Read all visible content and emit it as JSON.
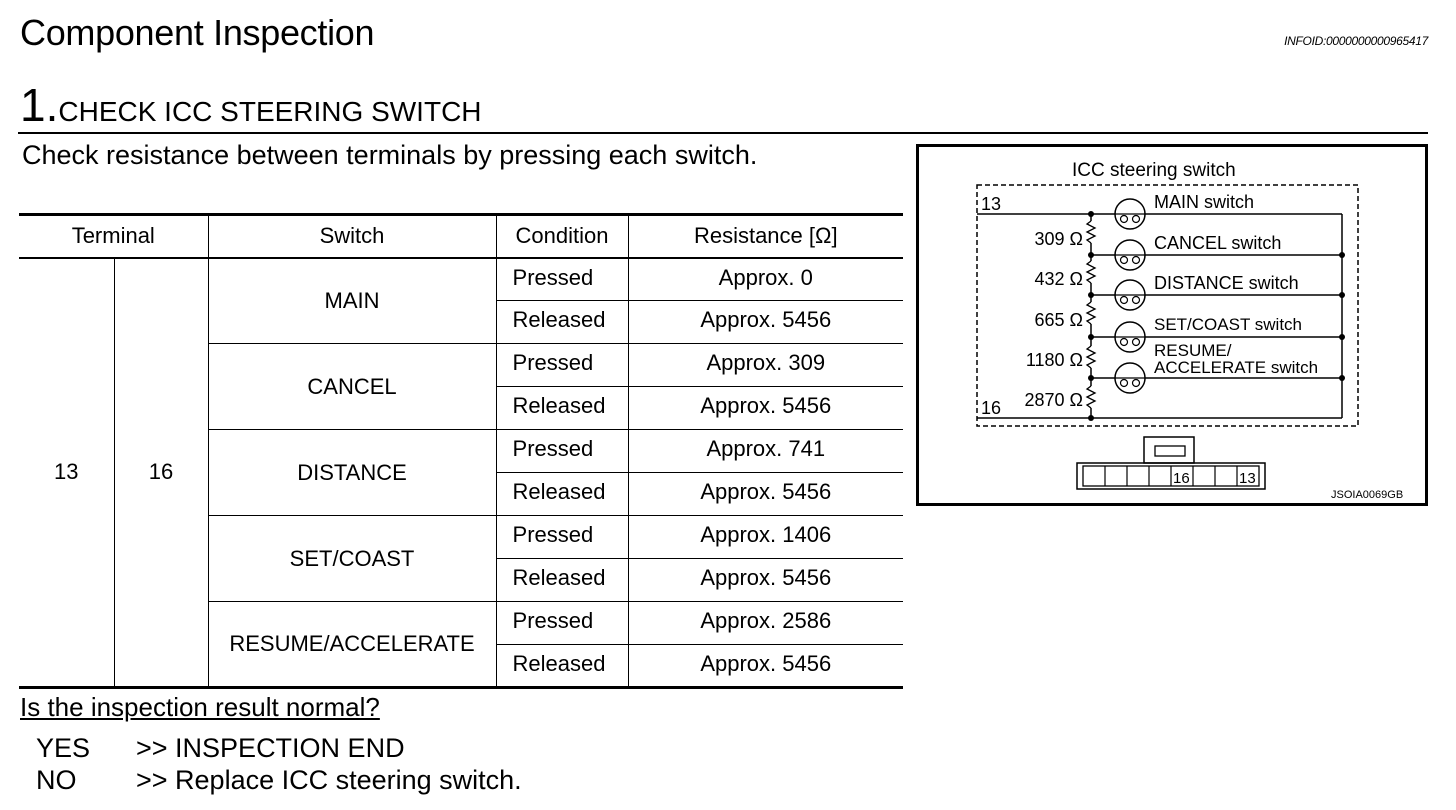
{
  "header": {
    "title": "Component Inspection",
    "infoid": "INFOID:0000000000965417"
  },
  "step": {
    "number": "1.",
    "title": "CHECK ICC STEERING SWITCH"
  },
  "intro": "Check resistance between terminals by pressing each switch.",
  "table": {
    "headers": {
      "terminal": "Terminal",
      "switch": "Switch",
      "condition": "Condition",
      "resistance": "Resistance [Ω]"
    },
    "terminal_a": "13",
    "terminal_b": "16",
    "groups": [
      {
        "switch": "MAIN",
        "rows": [
          {
            "condition": "Pressed",
            "resistance": "Approx. 0"
          },
          {
            "condition": "Released",
            "resistance": "Approx. 5456"
          }
        ]
      },
      {
        "switch": "CANCEL",
        "rows": [
          {
            "condition": "Pressed",
            "resistance": "Approx. 309"
          },
          {
            "condition": "Released",
            "resistance": "Approx. 5456"
          }
        ]
      },
      {
        "switch": "DISTANCE",
        "rows": [
          {
            "condition": "Pressed",
            "resistance": "Approx. 741"
          },
          {
            "condition": "Released",
            "resistance": "Approx. 5456"
          }
        ]
      },
      {
        "switch": "SET/COAST",
        "rows": [
          {
            "condition": "Pressed",
            "resistance": "Approx. 1406"
          },
          {
            "condition": "Released",
            "resistance": "Approx. 5456"
          }
        ]
      },
      {
        "switch": "RESUME/ACCELERATE",
        "rows": [
          {
            "condition": "Pressed",
            "resistance": "Approx. 2586"
          },
          {
            "condition": "Released",
            "resistance": "Approx. 5456"
          }
        ]
      }
    ]
  },
  "question": "Is the inspection result normal?",
  "answers": {
    "yes_key": "YES",
    "yes_value": ">> INSPECTION END",
    "no_key": "NO",
    "no_value": ">> Replace ICC steering switch."
  },
  "diagram": {
    "title": "ICC steering switch",
    "terminal_top": "13",
    "terminal_bottom": "16",
    "resistors": [
      "309 Ω",
      "432 Ω",
      "665 Ω",
      "1180 Ω",
      "2870 Ω"
    ],
    "switches": {
      "main": "MAIN switch",
      "cancel": "CANCEL switch",
      "distance": "DISTANCE switch",
      "setcoast": "SET/COAST switch",
      "resume_line1": "RESUME/",
      "resume_line2": "ACCELERATE switch"
    },
    "connector_pins": [
      "16",
      "13"
    ],
    "figure_id": "JSOIA0069GB"
  }
}
